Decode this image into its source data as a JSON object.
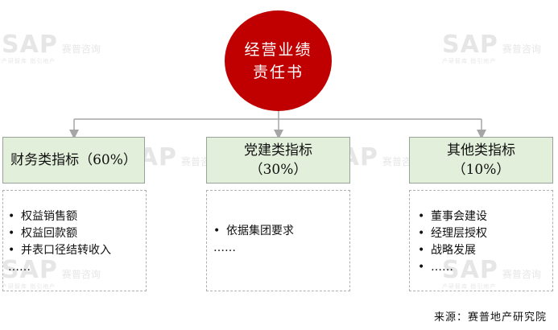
{
  "root": {
    "line1": "经营业绩",
    "line2": "责任书"
  },
  "categories": [
    {
      "title_line1": "财务类指标（60%）",
      "title_line2": "",
      "items": [
        "权益销售额",
        "权益回款额",
        "并表口径结转收入"
      ],
      "ellipsis": "……"
    },
    {
      "title_line1": "党建类指标",
      "title_line2": "（30%）",
      "items": [
        "依据集团要求"
      ],
      "ellipsis": "……"
    },
    {
      "title_line1": "其他类指标",
      "title_line2": "（10%）",
      "items": [
        "董事会建设",
        "经理层授权",
        "战略发展",
        "……"
      ],
      "ellipsis": ""
    }
  ],
  "bullet": "•",
  "source": "来源：赛普地产研究院",
  "watermark": {
    "logo": "SAP",
    "cn": "赛普咨询",
    "sub": "产研智库 指引地产"
  },
  "colors": {
    "root": "#c00000",
    "header_bg": "#e2efda",
    "connector": "#a6a6a6"
  }
}
